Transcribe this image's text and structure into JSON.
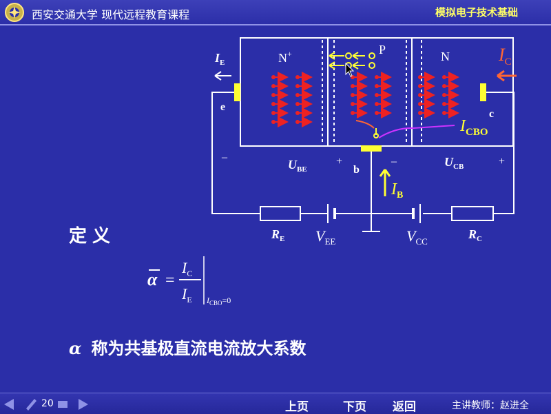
{
  "header": {
    "school": "西安交通大学  现代远程教育课程",
    "course": "模拟电子技术基础"
  },
  "diagram": {
    "region_emitter": "N",
    "region_emitter_sup": "+",
    "region_base": "P",
    "region_collector": "N",
    "ie_main": "I",
    "ie_sub": "E",
    "ic_main": "I",
    "ic_sub": "C",
    "icbo_main": "I",
    "icbo_sub": "CBO",
    "ib_main": "I",
    "ib_sub": "B",
    "e_label": "e",
    "c_label": "c",
    "b_label": "b",
    "minus1": "–",
    "plus1": "+",
    "minus2": "–",
    "plus2": "+",
    "ube_main": "U",
    "ube_sub": "BE",
    "ucb_main": "U",
    "ucb_sub": "CB",
    "re_main": "R",
    "re_sub": "E",
    "vee_main": "V",
    "vee_sub": "EE",
    "vcc_main": "V",
    "vcc_sub": "CC",
    "rc_main": "R",
    "rc_sub": "C",
    "colors": {
      "red": "#ee2222",
      "yellow": "#ffff33",
      "orange": "#ff6633",
      "magenta": "#cc33ff"
    }
  },
  "definition": {
    "label": "定义",
    "alpha": "α",
    "equals": "=",
    "num_main": "I",
    "num_sub": "C",
    "den_main": "I",
    "den_sub": "E",
    "cond_main": "I",
    "cond_sub": "CBO",
    "cond_value": "=0"
  },
  "conclusion": {
    "symbol": "α",
    "text": "称为共基极直流电流放大系数"
  },
  "footer": {
    "page": "20",
    "prev": "上页",
    "next": "下页",
    "back": "返回",
    "teacher": "主讲教师：赵进全"
  }
}
